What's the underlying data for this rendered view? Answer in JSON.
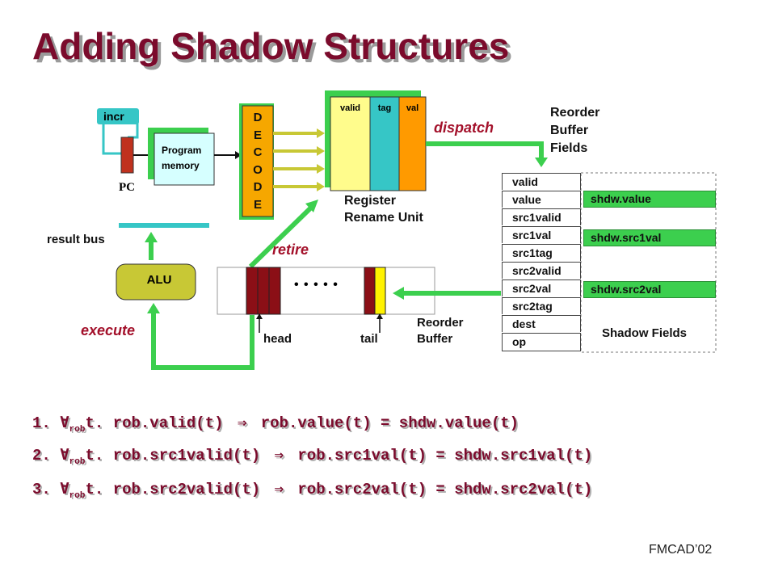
{
  "title": "Adding Shadow Structures",
  "footer": "FMCAD’02",
  "diagram": {
    "incr": "incr",
    "pc": "PC",
    "program_memory": [
      "Program",
      "memory"
    ],
    "decode": [
      "D",
      "E",
      "C",
      "O",
      "D",
      "E"
    ],
    "rename_cols": [
      "valid",
      "tag",
      "val"
    ],
    "rename_label": [
      "Register",
      "Rename Unit"
    ],
    "dispatch": "dispatch",
    "retire": "retire",
    "execute": "execute",
    "result_bus": "result bus",
    "alu": "ALU",
    "rob_dots": "• • • • •",
    "head": "head",
    "tail": "tail",
    "reorder_buffer": [
      "Reorder",
      "Buffer"
    ],
    "rob_fields_title": [
      "Reorder",
      "Buffer",
      "Fields"
    ],
    "rob_fields": [
      "valid",
      "value",
      "src1valid",
      "src1val",
      "src1tag",
      "src2valid",
      "src2val",
      "src2tag",
      "dest",
      "op"
    ],
    "shadow_fields": [
      "shdw.value",
      "shdw.src1val",
      "shdw.src2val"
    ],
    "shadow_label": "Shadow Fields"
  },
  "formulas": [
    {
      "num": "1.",
      "forall": "∀",
      "sub": "rob",
      "body": "t. rob.valid(t)",
      "implies": "⇒",
      "rhs": "rob.value(t) = shdw.value(t)"
    },
    {
      "num": "2.",
      "forall": "∀",
      "sub": "rob",
      "body": "t. rob.src1valid(t)",
      "implies": "⇒",
      "rhs": "rob.src1val(t) = shdw.src1val(t)"
    },
    {
      "num": "3.",
      "forall": "∀",
      "sub": "rob",
      "body": "t. rob.src2valid(t)",
      "implies": "⇒",
      "rhs": "rob.src2val(t) = shdw.src2val(t)"
    }
  ]
}
